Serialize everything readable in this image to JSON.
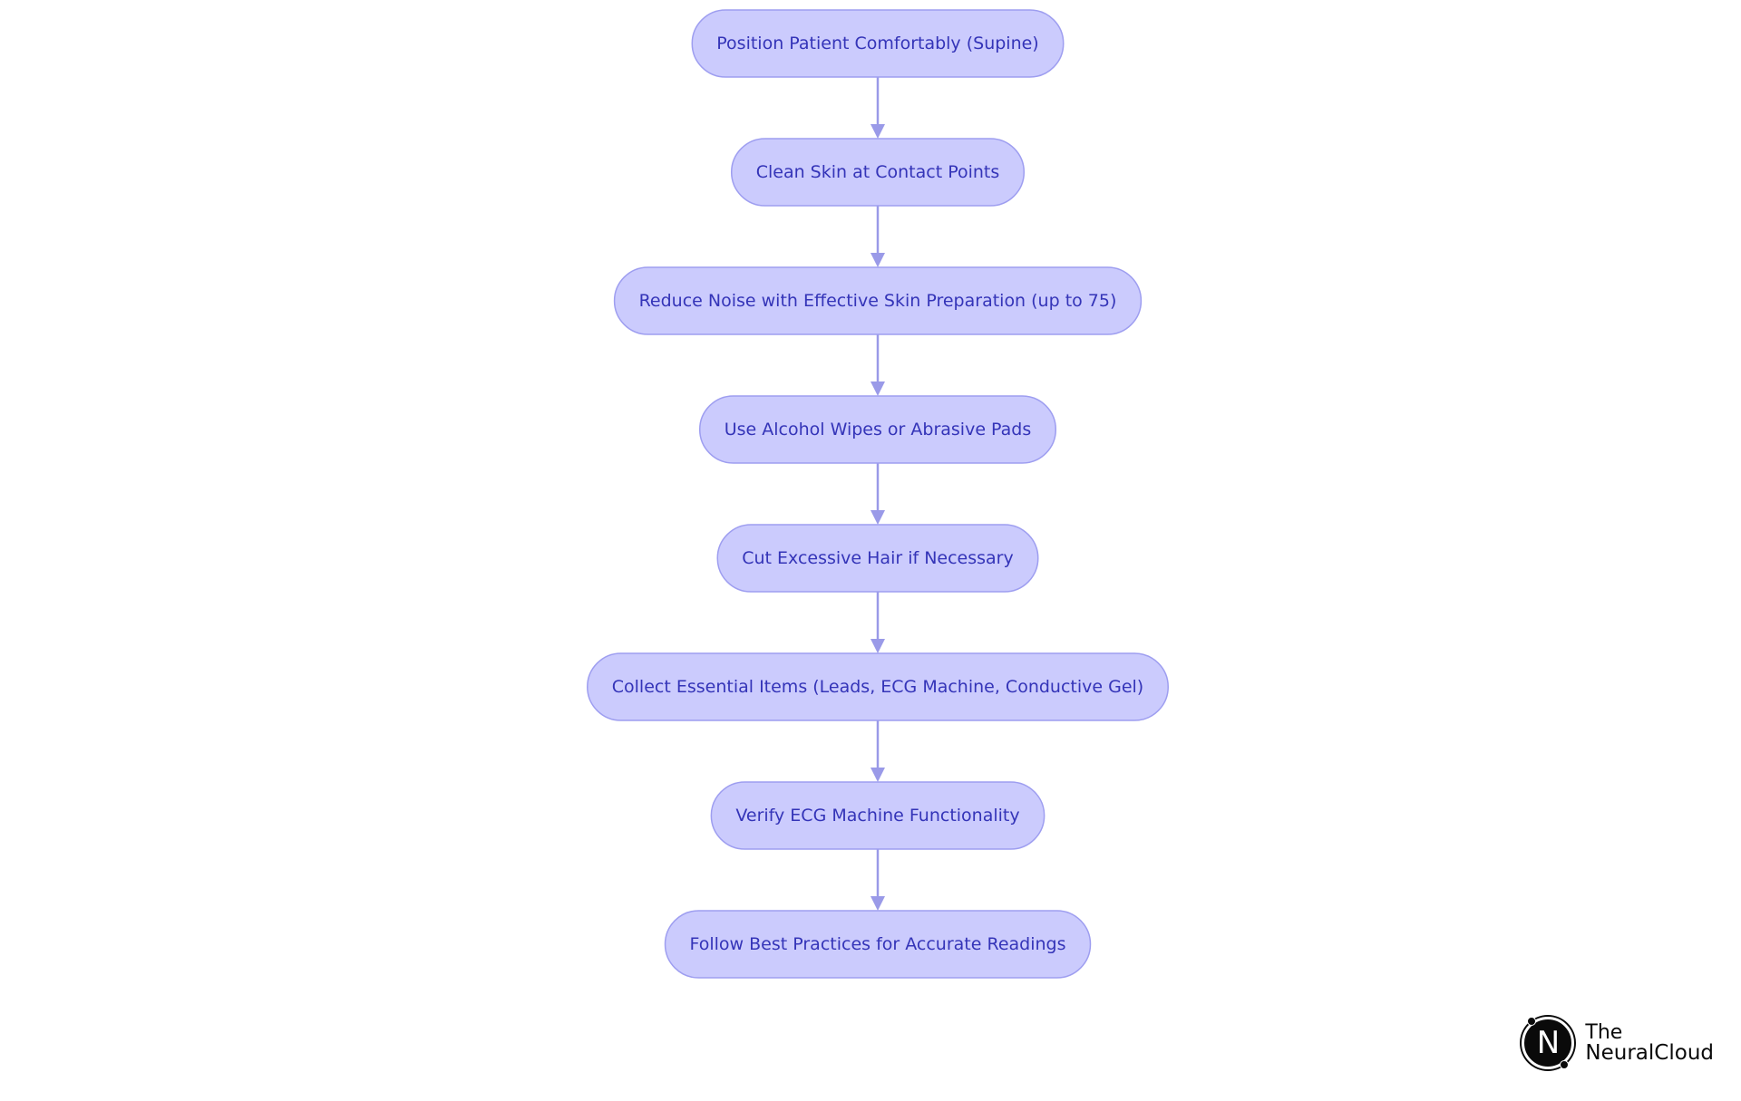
{
  "diagram": {
    "nodes": [
      {
        "id": "n1",
        "label": "Position Patient Comfortably (Supine)"
      },
      {
        "id": "n2",
        "label": "Clean Skin at Contact Points"
      },
      {
        "id": "n3",
        "label": "Reduce Noise with Effective Skin Preparation (up to 75)"
      },
      {
        "id": "n4",
        "label": "Use Alcohol Wipes or Abrasive Pads"
      },
      {
        "id": "n5",
        "label": "Cut Excessive Hair if Necessary"
      },
      {
        "id": "n6",
        "label": "Collect Essential Items (Leads, ECG Machine, Conductive Gel)"
      },
      {
        "id": "n7",
        "label": "Verify ECG Machine Functionality"
      },
      {
        "id": "n8",
        "label": "Follow Best Practices for Accurate Readings"
      }
    ],
    "edges": [
      {
        "from": "n1",
        "to": "n2"
      },
      {
        "from": "n2",
        "to": "n3"
      },
      {
        "from": "n3",
        "to": "n4"
      },
      {
        "from": "n4",
        "to": "n5"
      },
      {
        "from": "n5",
        "to": "n6"
      },
      {
        "from": "n6",
        "to": "n7"
      },
      {
        "from": "n7",
        "to": "n8"
      }
    ],
    "colors": {
      "node_fill": "#cbcbfd",
      "node_stroke": "#9e9ef0",
      "node_text": "#3434b8",
      "edge": "#9a9ae8"
    }
  },
  "branding": {
    "logo_glyph": "N",
    "logo_line1": "The",
    "logo_line2": "NeuralCloud",
    "logo_icon": "neuralcloud-logo-icon"
  }
}
